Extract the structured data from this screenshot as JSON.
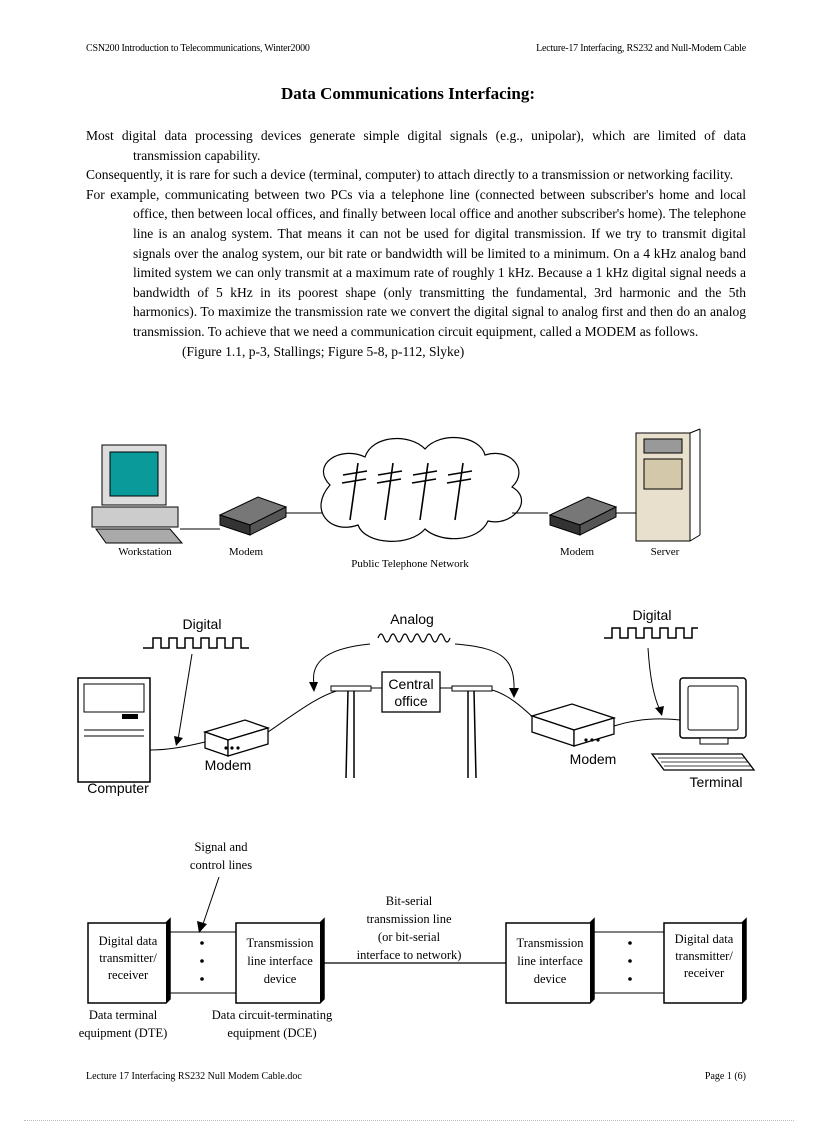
{
  "header": {
    "left": "CSN200 Introduction to Telecommunications,  Winter2000",
    "right": "Lecture-17 Interfacing, RS232 and Null-Modem Cable"
  },
  "title": "Data Communications Interfacing:",
  "paragraphs": [
    "Most digital  data processing  devices  generate  simple  digital  signals  (e.g., unipolar),  which  are limited of data transmission   capability.",
    "Consequently,  it is rare for such a device  (terminal,  computer)  to attach  directly  to a transmission   or networking  facility.",
    "For example,  communicating   between two PCs via  a telephone  line  (connected between  subscriber's home and local office,  then between local offices,  and finally  between local office  and another subscriber's  home). The telephone  line  is an analog  system.  That means it can not be used for digital  transmission.   If we try to transmit  digital  signals  over the analog system,  our bit rate or bandwidth  will  be limited   to a minimum.    On a 4 kHz analog  band limited  system  we can only transmit  at a maximum   rate of roughly   1 kHz. Because a 1 kHz digital  signal  needs a bandwidth of 5 kHz in its poorest shape (only transmitting   the fundamental,   3rd harmonic   and the 5th harmonics).  To maximize   the transmission   rate we convert the digital  signal  to analog first  and then do an analog transmission.   To achieve  that we need a communication   circuit  equipment, called  a MODEM  as follows."
  ],
  "figure_reference": "(Figure   1.1, p-3, Stallings;   Figure   5-8, p-112, Slyke)",
  "figure1": {
    "workstation": "Workstation",
    "modem_left": "Modem",
    "network": "Public Telephone Network",
    "modem_right": "Modem",
    "server": "Server"
  },
  "figure2": {
    "digital_left": "Digital",
    "analog": "Analog",
    "digital_right": "Digital",
    "central_office_1": "Central",
    "central_office_2": "office",
    "modem_left": "Modem",
    "modem_right": "Modem",
    "computer": "Computer",
    "terminal": "Terminal"
  },
  "figure3": {
    "signal_lines_1": "Signal and",
    "signal_lines_2": "control lines",
    "bitserial_1": "Bit-serial",
    "bitserial_2": "transmission line",
    "bitserial_3": "(or bit-serial",
    "bitserial_4": "interface to network)",
    "dte_box_1": "Digital data",
    "dte_box_2": "transmitter/",
    "dte_box_3": "receiver",
    "dce_box_1": "Transmission",
    "dce_box_2": "line interface",
    "dce_box_3": "device",
    "dce2_box_1": "Transmission",
    "dce2_box_2": "line interface",
    "dce2_box_3": "device",
    "dte2_box_1": "Digital data",
    "dte2_box_2": "transmitter/",
    "dte2_box_3": "receiver",
    "dte_label_1": "Data terminal",
    "dte_label_2": "equipment (DTE)",
    "dce_label_1": "Data circuit-terminating",
    "dce_label_2": "equipment (DCE)"
  },
  "footer": {
    "left": "Lecture  17  Interfacing  RS232  Null  Modem  Cable.doc",
    "right": "Page 1 (6)"
  }
}
